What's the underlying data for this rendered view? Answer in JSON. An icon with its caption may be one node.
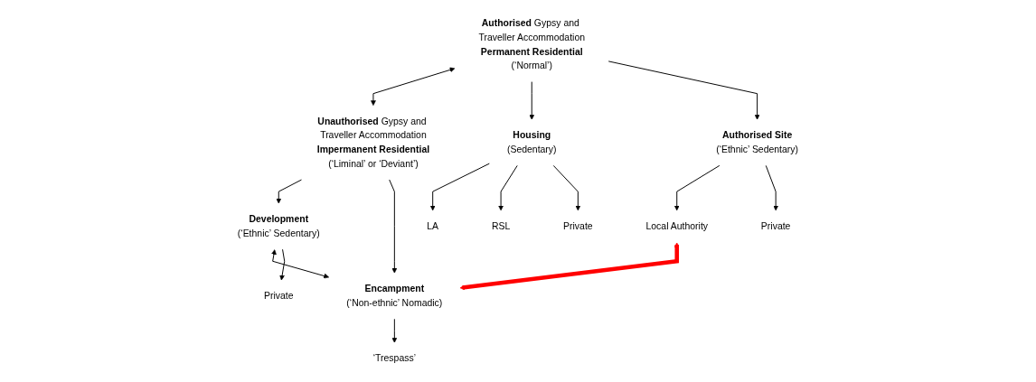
{
  "diagram": {
    "nodes": [
      {
        "text": [
          "**Authorised** Gypsy and Traveller Accommodation",
          "Permanent Residential",
          "(‘Normal’)"
        ]
      },
      {
        "text": [
          "**Unauthorised** Gypsy and Traveller Accommodation",
          "Impermanent Residential",
          "(‘Liminal’ or ‘Deviant’)"
        ]
      },
      {
        "text": [
          "Housing",
          "(Sedentary)"
        ]
      },
      {
        "text": [
          "Authorised Site",
          "(‘Ethnic’ Sedentary)"
        ]
      },
      {
        "text": [
          "Development",
          "(‘Ethnic’ Sedentary)"
        ]
      },
      {
        "text": [
          "Encampment",
          "(‘Non-ethnic’ Nomadic)"
        ]
      },
      {
        "text": [
          "LA"
        ]
      },
      {
        "text": [
          "RSL"
        ]
      },
      {
        "text": [
          "Private"
        ]
      },
      {
        "text": [
          "Local Authority"
        ]
      },
      {
        "text": [
          "Private"
        ]
      },
      {
        "text": [
          "Private"
        ]
      },
      {
        "text": [
          "‘Trespass’"
        ]
      }
    ],
    "edges": [
      {
        "from": 0,
        "to": 1,
        "arrow": "both"
      },
      {
        "from": 0,
        "to": 2,
        "arrow": "to"
      },
      {
        "from": 0,
        "to": 3,
        "arrow": "to"
      },
      {
        "from": 1,
        "to": 4,
        "arrow": "to"
      },
      {
        "from": 1,
        "to": 5,
        "arrow": "to"
      },
      {
        "from": 4,
        "to": 5,
        "arrow": "both"
      },
      {
        "from": 2,
        "to": 6,
        "arrow": "to"
      },
      {
        "from": 2,
        "to": 7,
        "arrow": "to"
      },
      {
        "from": 2,
        "to": 8,
        "arrow": "to"
      },
      {
        "from": 3,
        "to": 9,
        "arrow": "to"
      },
      {
        "from": 3,
        "to": 10,
        "arrow": "to"
      },
      {
        "from": 4,
        "to": 11,
        "arrow": "to"
      },
      {
        "from": 5,
        "to": 12,
        "arrow": "to"
      },
      {
        "from": 9,
        "to": 5,
        "arrow": "both",
        "style": "thick",
        "color": "#ff0000"
      }
    ]
  }
}
